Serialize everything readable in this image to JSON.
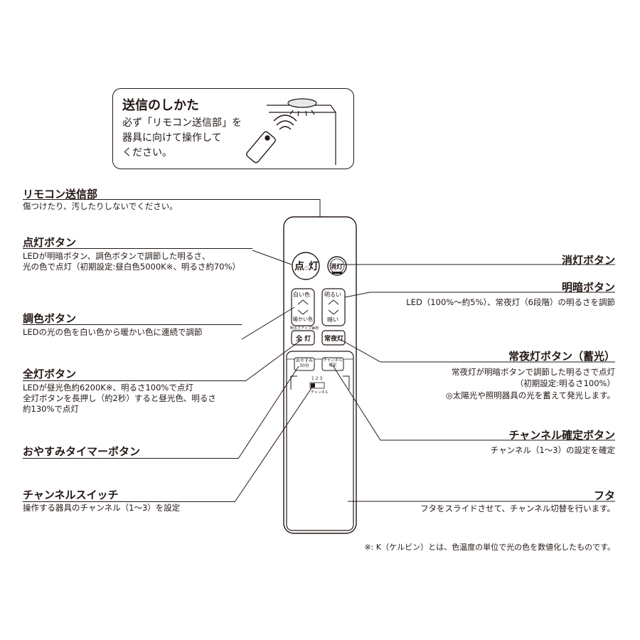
{
  "send_box": {
    "title": "送信のしかた",
    "body": "必ず「リモコン送信部」を\n器具に向けて操作して\nください。"
  },
  "left": [
    {
      "title": "リモコン送信部",
      "desc": [
        "傷つけたり、汚したりしないでください。"
      ]
    },
    {
      "title": "点灯ボタン",
      "desc": [
        "LEDが明暗ボタン、調色ボタンで調節した明るさ、",
        "光の色で点灯（初期設定:昼白色5000K※、明るさ約70%）"
      ]
    },
    {
      "title": "調色ボタン",
      "desc": [
        "LEDの光の色を白い色から暖かい色に連続で調節"
      ]
    },
    {
      "title": "全灯ボタン",
      "desc": [
        "LEDが昼光色約6200K※、明るさ100%で点灯",
        "全灯ボタンを長押し（約2秒）すると昼光色、明るさ",
        "約130%で点灯"
      ]
    },
    {
      "title": "おやすみタイマーボタン",
      "desc": []
    },
    {
      "title": "チャンネルスイッチ",
      "desc": [
        "操作する器具のチャンネル（1〜3）を設定"
      ]
    }
  ],
  "right": [
    {
      "title": "消灯ボタン",
      "desc": []
    },
    {
      "title": "明暗ボタン",
      "desc": [
        "LED（100%〜約5%）、常夜灯（6段階）の明るさを調節"
      ]
    },
    {
      "title": "常夜灯ボタン（蓄光）",
      "desc": [
        "常夜灯が明暗ボタンで調節した明るさで点灯",
        "（初期設定:明るさ100%）",
        "◎太陽光や照明器具の光を蓄えて発光します。"
      ]
    },
    {
      "title": "チャンネル確定ボタン",
      "desc": [
        "チャンネル（1〜3）の設定を確定"
      ]
    },
    {
      "title": "フタ",
      "desc": [
        "フタをスライドさせて、チャンネル切替を行います。"
      ]
    }
  ],
  "remote": {
    "on": "点",
    "on2": "灯",
    "off": "消灯",
    "color_top": "白い色",
    "color_bottom": "暖かい色",
    "bright_top": "明るい",
    "bright_bottom": "暗い",
    "fullup_note": "明るさアップ兼用",
    "full": "全 灯",
    "night": "常夜灯",
    "timer": "おやすみ",
    "timer2": "30分",
    "confirm": "チャンネル",
    "confirm2": "確定",
    "switch_nums": "1 2 3",
    "switch_label": "チャンネル"
  },
  "footnote": "※: K（ケルビン）とは、色温度の単位で光の色を数値化したものです。"
}
